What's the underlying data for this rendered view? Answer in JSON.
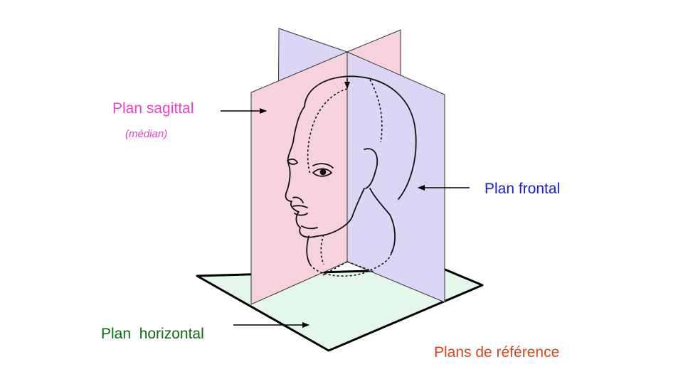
{
  "colors": {
    "sagittal": "#e845c6",
    "median": "#e845c6",
    "frontal": "#1a1ad8",
    "horizontal": "#0b6b0b",
    "title": "#d8461a",
    "sagittal_plane_fill": "#f6d3dc",
    "frontal_plane_fill": "#dcd5f6",
    "horizontal_plane_fill": "#e3f8ea"
  },
  "labels": {
    "sagittal": "Plan sagittal",
    "median": "(médian)",
    "frontal": "Plan frontal",
    "horizontal": "Plan  horizontal",
    "title": "Plans de référence"
  },
  "icons": [
    "arrow-icon",
    "head-icon"
  ]
}
